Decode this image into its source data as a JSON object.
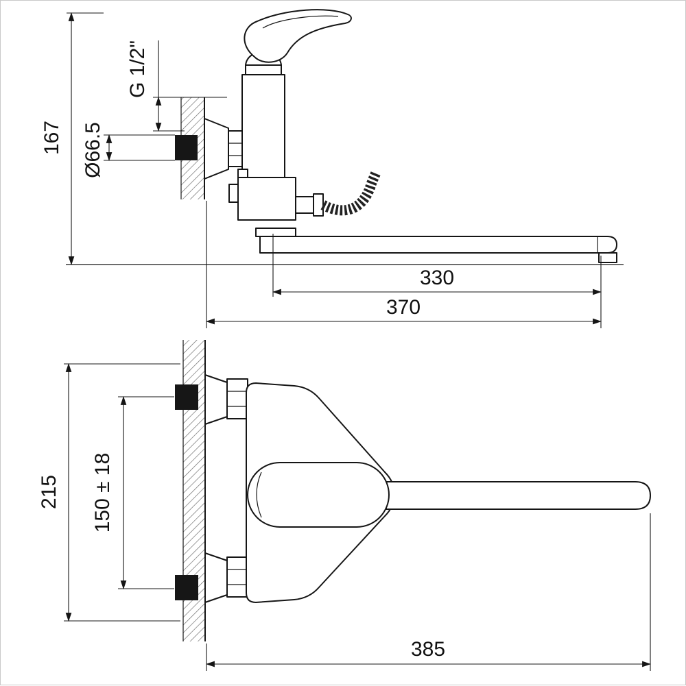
{
  "drawing": {
    "title": "Wall-mounted mixer faucet dimensional drawing",
    "views": {
      "side": {
        "height": "167",
        "thread": "G 1/2\"",
        "diameter": "Ø66.5",
        "spout_length": "330",
        "depth": "370"
      },
      "front": {
        "height": "215",
        "mount_spacing": "150 ± 18",
        "width": "385"
      }
    },
    "colors": {
      "line": "#151515",
      "background": "#ffffff",
      "anchor_fill": "#161616"
    }
  }
}
